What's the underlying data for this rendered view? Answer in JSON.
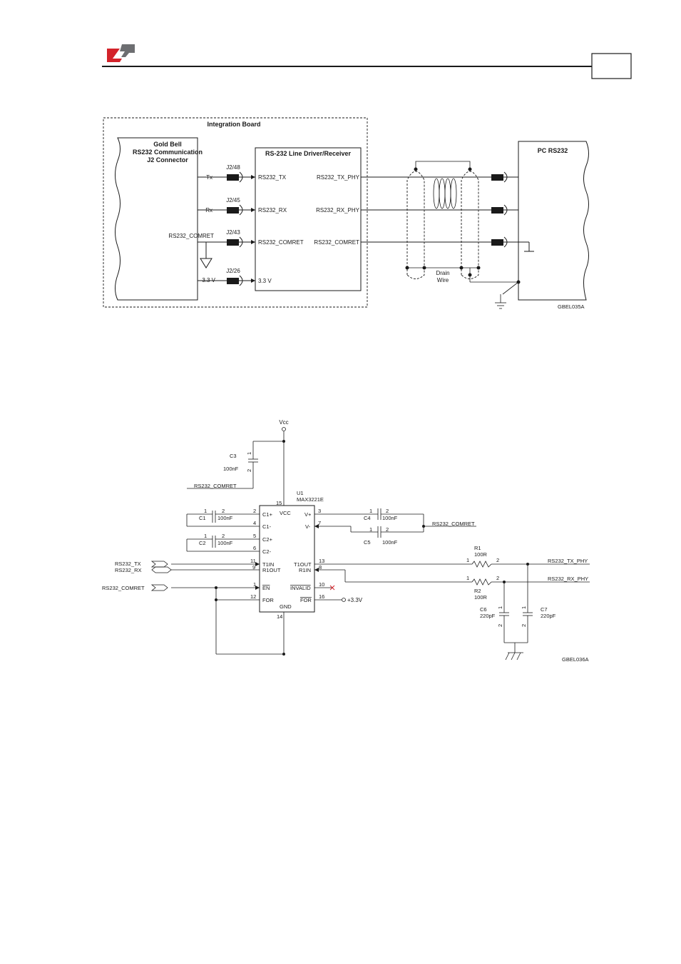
{
  "header": {
    "logo_icon": "company-logo-icon",
    "page_number": ""
  },
  "colors": {
    "logo_red": "#d3232a",
    "logo_gray": "#6d6e71",
    "line": "#1a1a1a"
  },
  "figure1": {
    "integration_board": "Integration Board",
    "connector_title": [
      "Gold Bell",
      "RS232 Communication",
      "J2 Connector"
    ],
    "driver_title": "RS-232 Line Driver/Receiver",
    "pc_title": "PC RS232",
    "left_signals": [
      "Tx",
      "Rx",
      "RS232_COMRET",
      "3.3 V"
    ],
    "pins": [
      "J2/48",
      "J2/45",
      "J2/43",
      "J2/26"
    ],
    "driver_inputs": [
      "RS232_TX",
      "RS232_RX",
      "RS232_COMRET",
      "3.3 V"
    ],
    "driver_outputs": [
      "RS232_TX_PHY",
      "RS232_RX_PHY",
      "RS232_COMRET"
    ],
    "drain_wire": [
      "Drain",
      "Wire"
    ],
    "code": "GBEL035A"
  },
  "figure2": {
    "vcc": "Vcc",
    "c3": {
      "ref": "C3",
      "value": "100nF",
      "pin1": "1",
      "pin2": "2"
    },
    "comret_top": "RS232_COMRET",
    "u1": {
      "ref": "U1",
      "part": "MAX3221E"
    },
    "pins": {
      "vcc_num": "15",
      "vcc": "VCC",
      "c1p_num": "2",
      "c1p": "C1+",
      "c1m_num": "4",
      "c1m": "C1-",
      "c2p_num": "5",
      "c2p": "C2+",
      "c2m_num": "6",
      "c2m": "C2-",
      "t1in_num": "11",
      "t1in": "T1IN",
      "r1out_num": "9",
      "r1out": "R1OUT",
      "en_num": "1",
      "en": "EN",
      "for_num": "12",
      "for": "FOR",
      "gnd_num": "14",
      "gnd": "GND",
      "vp_num": "3",
      "vp": "V+",
      "vm_num": "7",
      "vm": "V-",
      "t1out_num": "13",
      "t1out": "T1OUT",
      "r1in_num": "8",
      "r1in": "R1IN",
      "invalid_num": "10",
      "invalid": "INVALID",
      "forn_num": "16",
      "forn": "FOR"
    },
    "c1": {
      "ref": "C1",
      "value": "100nF",
      "pin1": "1",
      "pin2": "2"
    },
    "c2": {
      "ref": "C2",
      "value": "100nF",
      "pin1": "1",
      "pin2": "2"
    },
    "c4": {
      "ref": "C4",
      "value": "100nF",
      "pin1": "1",
      "pin2": "2"
    },
    "c5": {
      "ref": "C5",
      "value": "100nF",
      "pin1": "1",
      "pin2": "2"
    },
    "comret_right": "RS232_COMRET",
    "tx_in": "RS232_TX",
    "rx_out": "RS232_RX",
    "comret_left": "RS232_COMRET",
    "supply": "+3.3V",
    "r1": {
      "ref": "R1",
      "value": "100R",
      "pin1": "1",
      "pin2": "2"
    },
    "r2": {
      "ref": "R2",
      "value": "100R",
      "pin1": "1",
      "pin2": "2"
    },
    "tx_phy": "RS232_TX_PHY",
    "rx_phy": "RS232_RX_PHY",
    "c6": {
      "ref": "C6",
      "value": "220pF",
      "pin1": "1",
      "pin2": "2"
    },
    "c7": {
      "ref": "C7",
      "value": "220pF",
      "pin1": "1",
      "pin2": "2"
    },
    "code": "GBEL036A"
  }
}
